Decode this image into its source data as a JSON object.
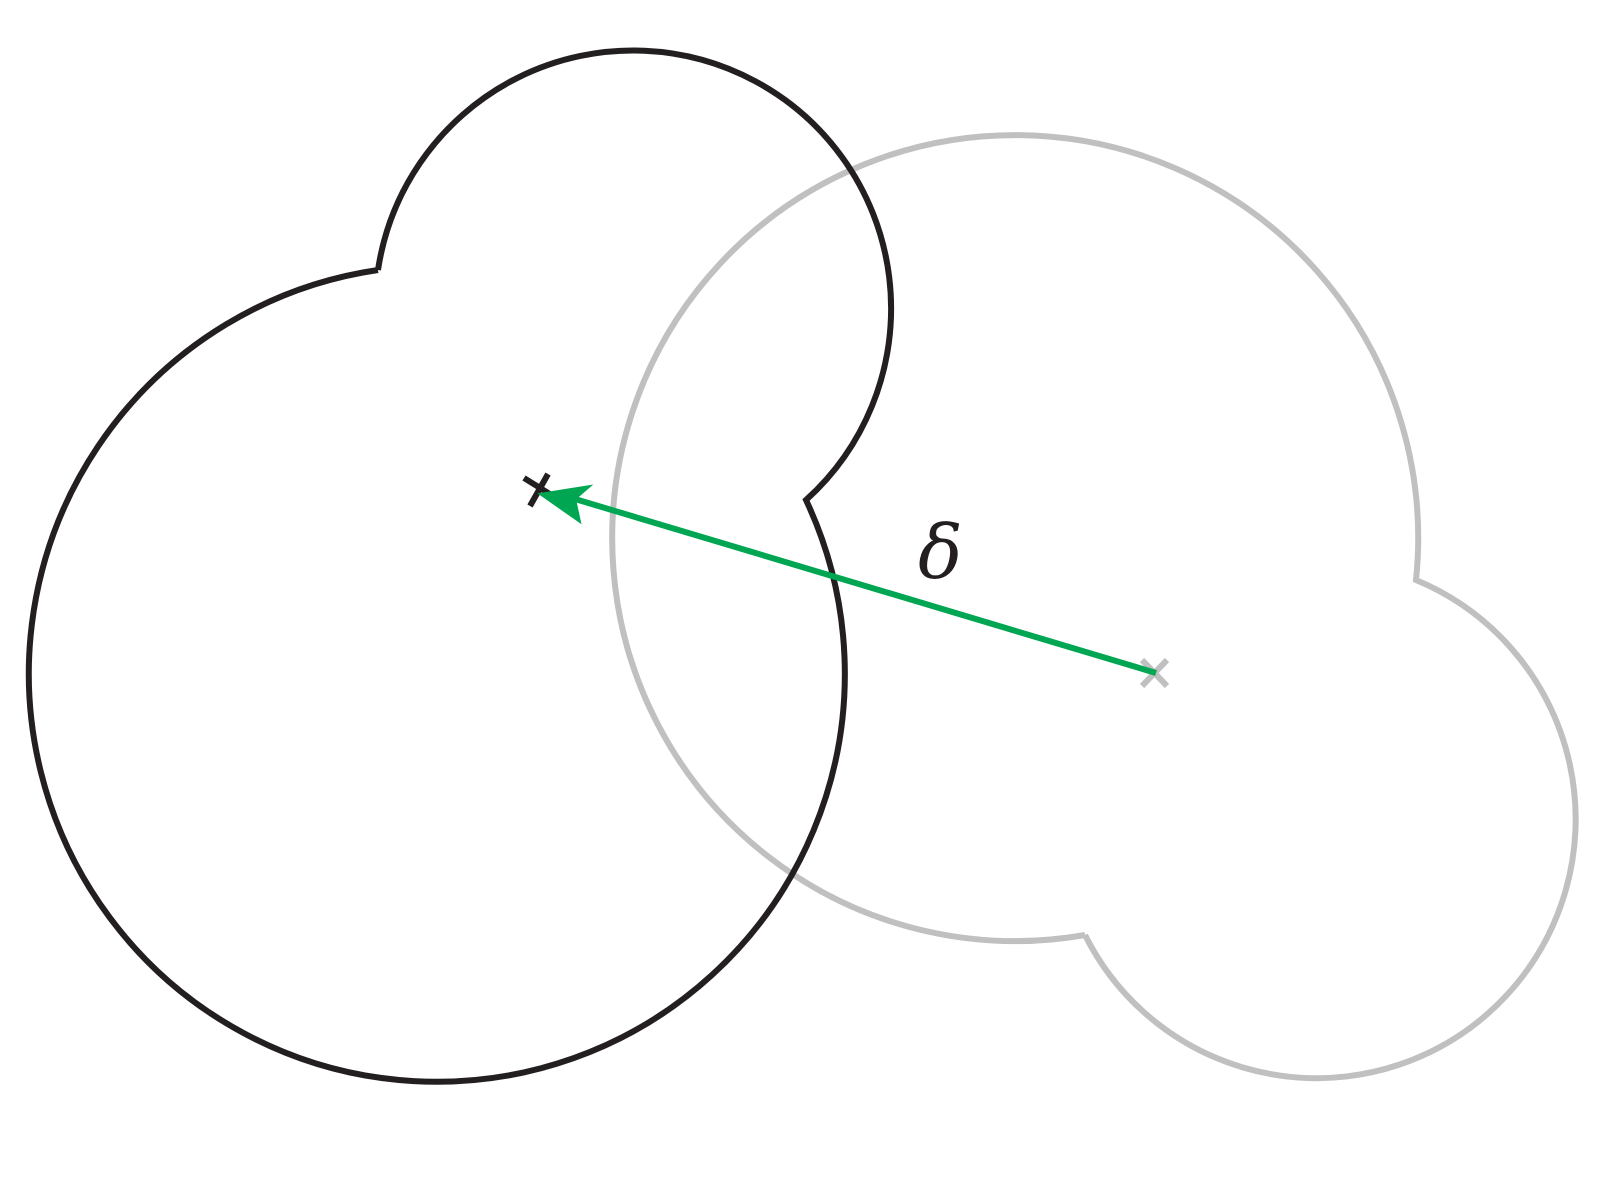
{
  "diagram": {
    "displacement_label": "δ",
    "colors": {
      "source_outline": "#231f20",
      "target_outline": "#c0c0c0",
      "arrow": "#00a651",
      "background": "#ffffff"
    },
    "icons": {
      "source_center": "cross-marker",
      "target_center": "cross-marker"
    }
  }
}
